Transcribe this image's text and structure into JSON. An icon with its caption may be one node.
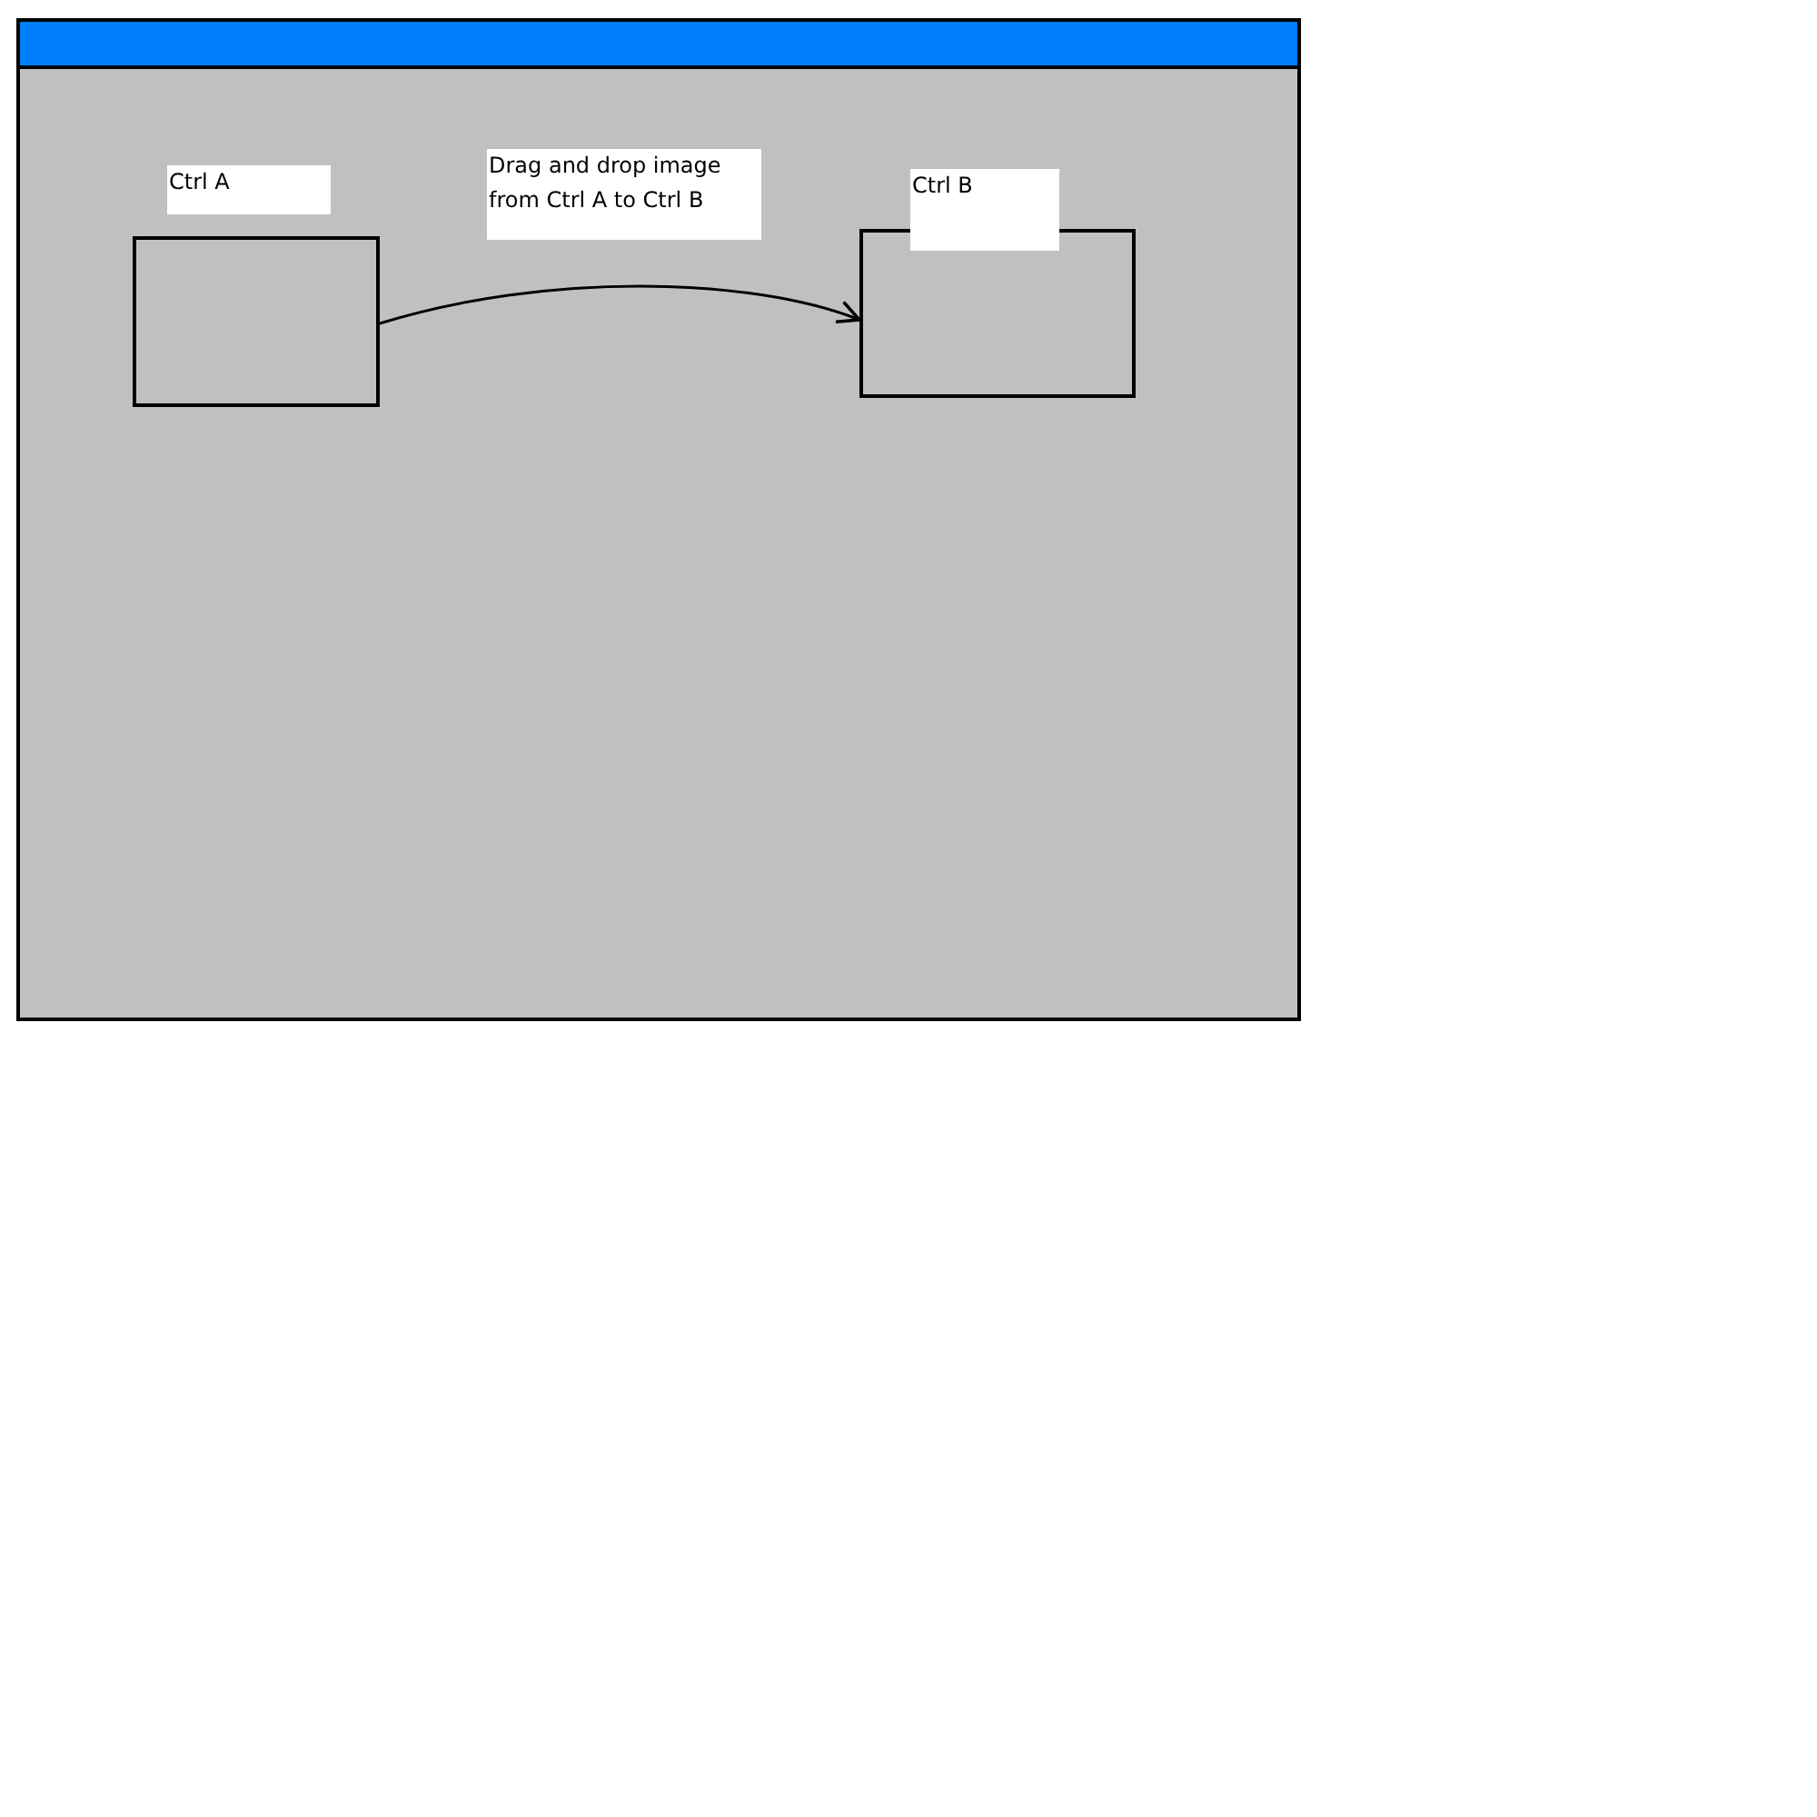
{
  "diagram": {
    "nodes": [
      {
        "text": [],
        "shape": "box"
      },
      {
        "text": [
          "Ctrl A"
        ],
        "in": 0
      },
      {
        "text": [
          "Ctrl B"
        ],
        "in": 0
      }
    ],
    "edges": [
      {
        "from": 1,
        "to": 2,
        "arrow": "to",
        "label": "Drag and drop image from Ctrl A to Ctrl B"
      }
    ]
  }
}
